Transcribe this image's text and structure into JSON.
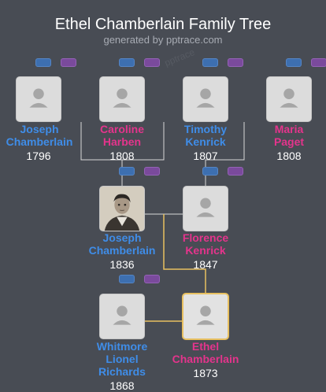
{
  "header": {
    "title": "Ethel Chamberlain Family Tree",
    "subtitle": "generated by pptrace.com",
    "watermark": "pptrace"
  },
  "people": {
    "joseph_sr": {
      "name_line1": "Joseph",
      "name_line2": "Chamberlain",
      "year": "1796",
      "gender": "male"
    },
    "caroline": {
      "name_line1": "Caroline",
      "name_line2": "Harben",
      "year": "1808",
      "gender": "female"
    },
    "timothy": {
      "name_line1": "Timothy",
      "name_line2": "Kenrick",
      "year": "1807",
      "gender": "male"
    },
    "maria": {
      "name_line1": "Maria",
      "name_line2": "Paget",
      "year": "1808",
      "gender": "female"
    },
    "joseph": {
      "name_line1": "Joseph",
      "name_line2": "Chamberlain",
      "year": "1836",
      "gender": "male",
      "has_photo": true
    },
    "florence": {
      "name_line1": "Florence",
      "name_line2": "Kenrick",
      "year": "1847",
      "gender": "female"
    },
    "whitmore": {
      "name_line1": "Whitmore",
      "name_line2": "Lionel",
      "name_line3": "Richards",
      "year": "1868",
      "gender": "male"
    },
    "ethel": {
      "name_line1": "Ethel",
      "name_line2": "Chamberlain",
      "year": "1873",
      "gender": "female",
      "is_root": true
    }
  },
  "colors": {
    "background": "#484c54",
    "male": "#3f8de8",
    "female": "#e4348c",
    "line": "#d8d8d8",
    "highlight_line": "#e8c060",
    "tab_blue": "#3d6fb0",
    "tab_purple": "#7a4a9c"
  },
  "icons": {
    "placeholder": "person-silhouette-icon",
    "father_tab": "father-tab-icon",
    "mother_tab": "mother-tab-icon"
  }
}
